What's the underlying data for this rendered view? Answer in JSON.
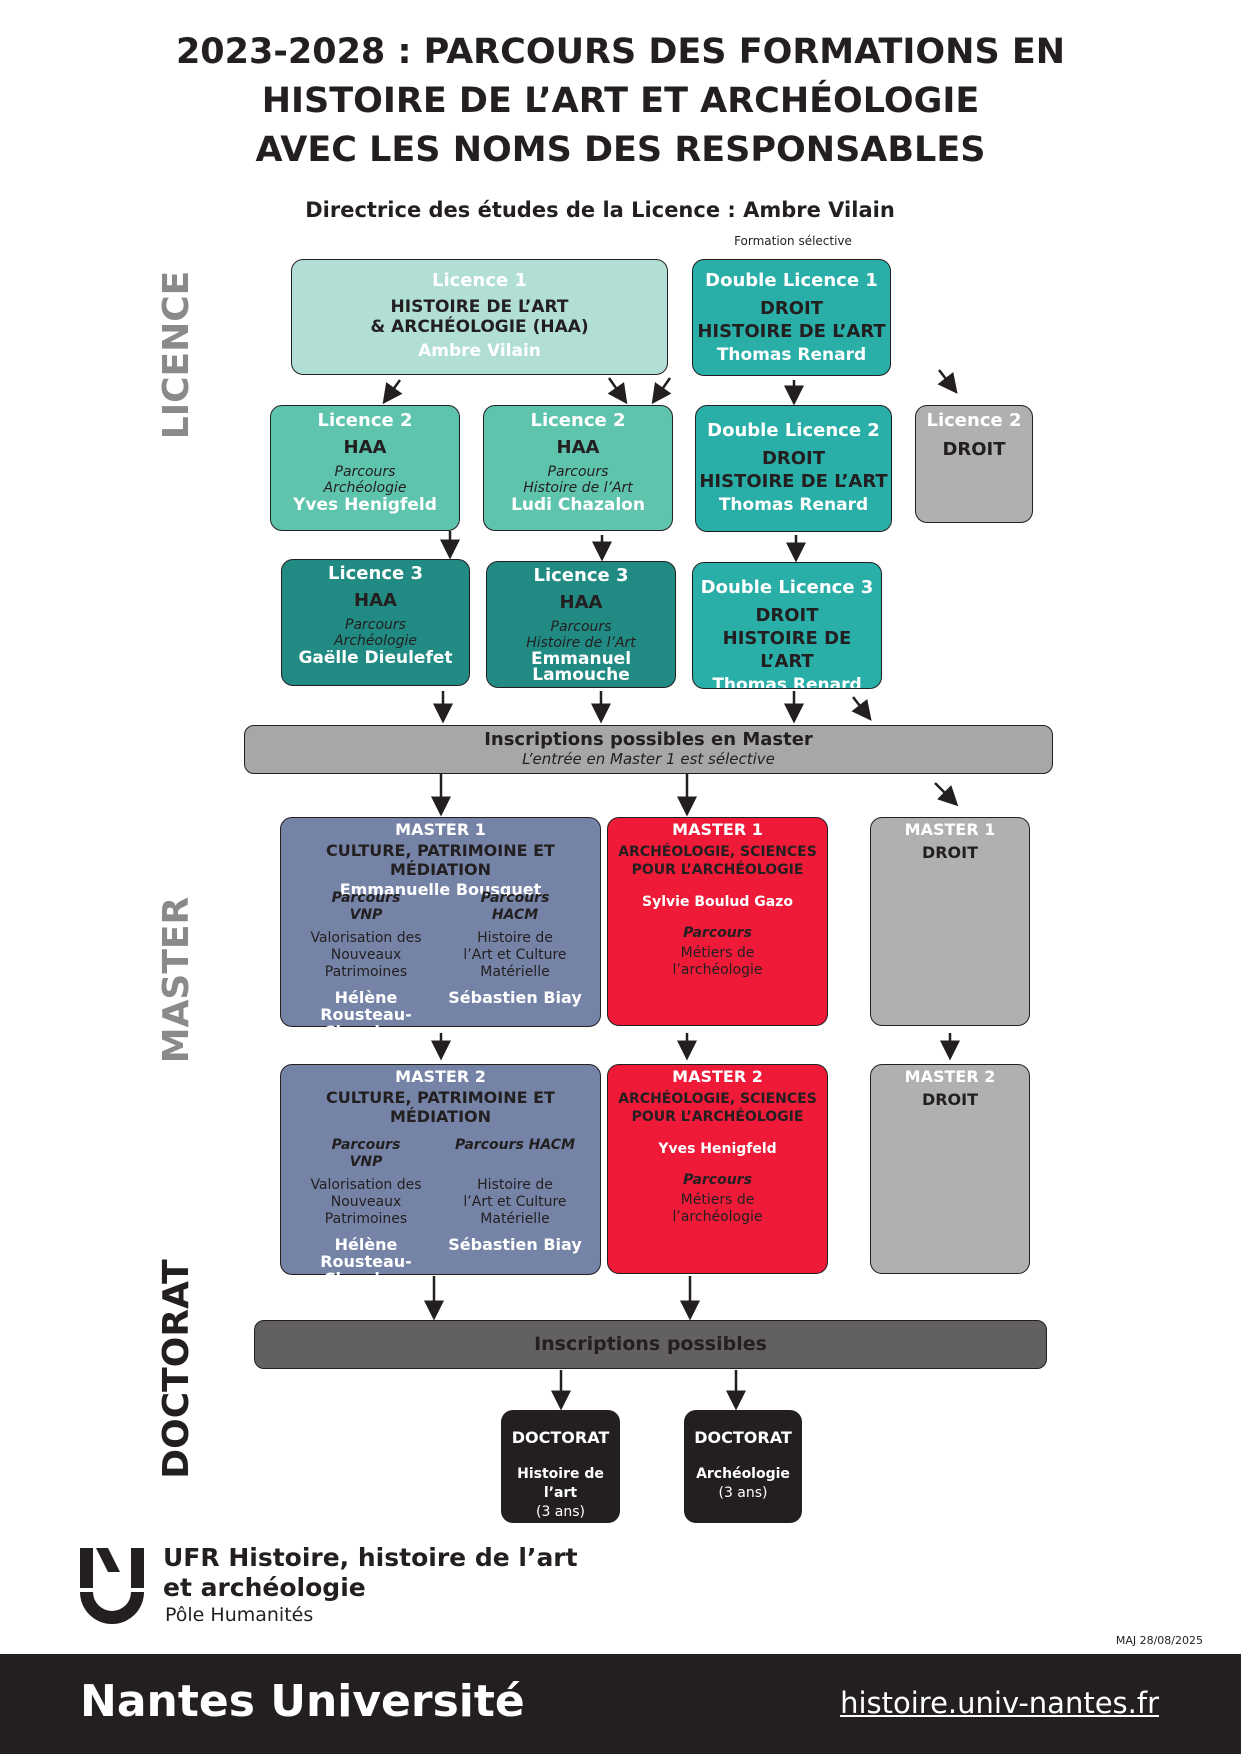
{
  "title": {
    "line1": "2023-2028 : PARCOURS DES FORMATIONS EN",
    "line2": "HISTOIRE DE L’ART ET ARCHÉOLOGIE",
    "line3": "AVEC LES NOMS DES RESPONSABLES"
  },
  "subtitle": "Directrice des études de la Licence : Ambre Vilain",
  "selective_note": "Formation sélective",
  "side_labels": {
    "licence": "LICENCE",
    "master": "MASTER",
    "doctorat": "DOCTORAT"
  },
  "licence1": {
    "header": "Licence 1",
    "name_line1": "HISTOIRE DE L’ART",
    "name_line2": "& ARCHÉOLOGIE (HAA)",
    "person": "Ambre Vilain"
  },
  "double_licence1": {
    "header": "Double Licence 1",
    "line1": "DROIT",
    "line2": "HISTOIRE DE L’ART",
    "person": "Thomas Renard"
  },
  "licence2_arch": {
    "header": "Licence 2",
    "name": "HAA",
    "parcours": "Parcours",
    "parcours_name": "Archéologie",
    "person": "Yves Henigfeld"
  },
  "licence2_hist": {
    "header": "Licence 2",
    "name": "HAA",
    "parcours": "Parcours",
    "parcours_name": "Histoire de l’Art",
    "person": "Ludi Chazalon"
  },
  "double_licence2": {
    "header": "Double Licence 2",
    "line1": "DROIT",
    "line2": "HISTOIRE DE L’ART",
    "person": "Thomas Renard"
  },
  "licence2_droit": {
    "header": "Licence 2",
    "name": "DROIT"
  },
  "licence3_arch": {
    "header": "Licence 3",
    "name": "HAA",
    "parcours": "Parcours",
    "parcours_name": "Archéologie",
    "person": "Gaëlle Dieulefet"
  },
  "licence3_hist": {
    "header": "Licence 3",
    "name": "HAA",
    "parcours": "Parcours",
    "parcours_name": "Histoire de l’Art",
    "person_line1": "Emmanuel",
    "person_line2": "Lamouche"
  },
  "double_licence3": {
    "header": "Double Licence 3",
    "line1": "DROIT",
    "line2": "HISTOIRE DE L’ART",
    "person": "Thomas Renard"
  },
  "master_bar": {
    "line1": "Inscriptions possibles en Master",
    "line2": "L’entrée en Master 1 est sélective"
  },
  "master1_cpm": {
    "header": "MASTER  1",
    "name": "CULTURE, PATRIMOINE ET MÉDIATION",
    "person": "Emmanuelle Bousquet",
    "left": {
      "parcours": "Parcours",
      "code": "VNP",
      "d1": "Valorisation des",
      "d2": "Nouveaux",
      "d3": "Patrimoines",
      "p1": "Hélène Rousteau-",
      "p2": "Chambon"
    },
    "right": {
      "parcours": "Parcours",
      "code": "HACM",
      "d1": "Histoire de",
      "d2": "l’Art et Culture",
      "d3": "Matérielle",
      "p1": "Sébastien Biay"
    }
  },
  "master1_arch": {
    "header": "MASTER  1",
    "name_line1": "ARCHÉOLOGIE, SCIENCES",
    "name_line2": "POUR L’ARCHÉOLOGIE",
    "person": "Sylvie Boulud Gazo",
    "parcours": "Parcours",
    "d1": "Métiers de",
    "d2": "l’archéologie"
  },
  "master1_droit": {
    "header": "MASTER  1",
    "name": "DROIT"
  },
  "master2_cpm": {
    "header": "MASTER  2",
    "name": "CULTURE, PATRIMOINE ET MÉDIATION",
    "left": {
      "parcours": "Parcours",
      "code": "VNP",
      "d1": "Valorisation des",
      "d2": "Nouveaux",
      "d3": "Patrimoines",
      "p1": "Hélène Rousteau-",
      "p2": "Chambon"
    },
    "right": {
      "parcours": "Parcours HACM",
      "d1": "Histoire de",
      "d2": "l’Art et Culture",
      "d3": "Matérielle",
      "p1": "Sébastien Biay"
    }
  },
  "master2_arch": {
    "header": "MASTER  2",
    "name_line1": "ARCHÉOLOGIE, SCIENCES",
    "name_line2": "POUR L’ARCHÉOLOGIE",
    "person": "Yves Henigfeld",
    "parcours": "Parcours",
    "d1": "Métiers de",
    "d2": "l’archéologie"
  },
  "master2_droit": {
    "header": "MASTER  2",
    "name": "DROIT"
  },
  "doctorat_bar": "Inscriptions possibles",
  "doctorat_hist": {
    "header": "DOCTORAT",
    "name": "Histoire de l’art",
    "duration": "(3 ans)"
  },
  "doctorat_arch": {
    "header": "DOCTORAT",
    "name": "Archéologie",
    "duration": "(3 ans)"
  },
  "ufr": {
    "line1": "UFR Histoire, histoire de l’art",
    "line2": "et archéologie",
    "pole": "Pôle Humanités"
  },
  "maj": "MAJ 28/08/2025",
  "footer": {
    "brand": "Nantes Université",
    "url": "histoire.univ-nantes.fr"
  },
  "colors": {
    "licence1": "#b1dfd5",
    "licence2": "#5fc4ad",
    "licence3": "#218a82",
    "double_licence": "#2aafa8",
    "droit": "#b0b0b0",
    "master_cpm": "#7583a6",
    "master_arch": "#ee1a38",
    "dark": "#231f20"
  }
}
